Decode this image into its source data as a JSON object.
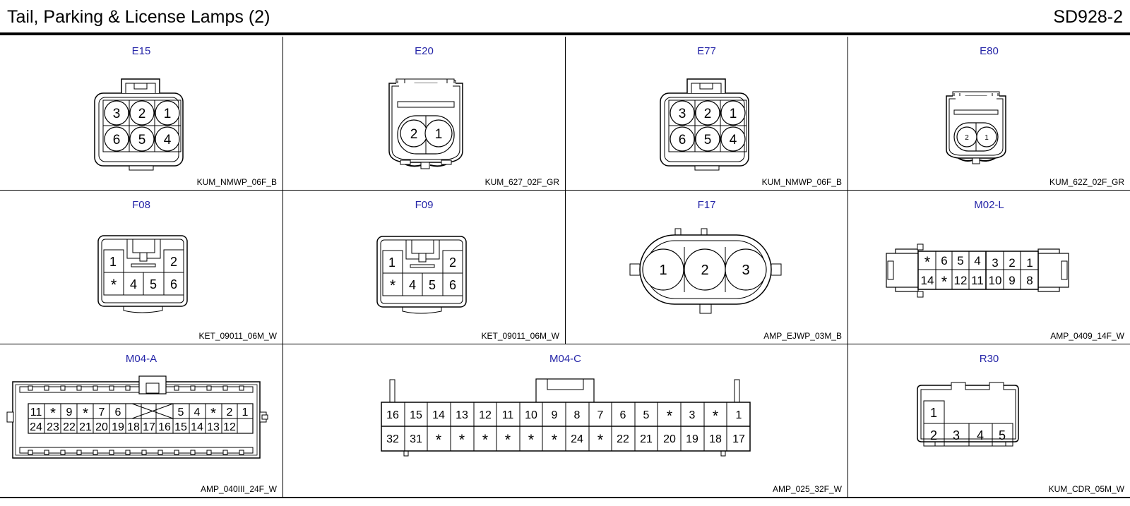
{
  "header": {
    "title": "Tail, Parking & License Lamps (2)",
    "code": "SD928-2"
  },
  "connectors": [
    {
      "id": "E15",
      "part": "KUM_NMWP_06F_B",
      "pins": [
        "3",
        "2",
        "1",
        "6",
        "5",
        "4"
      ]
    },
    {
      "id": "E20",
      "part": "KUM_627_02F_GR",
      "pins": [
        "2",
        "1"
      ]
    },
    {
      "id": "E77",
      "part": "KUM_NMWP_06F_B",
      "pins": [
        "3",
        "2",
        "1",
        "6",
        "5",
        "4"
      ]
    },
    {
      "id": "E80",
      "part": "KUM_62Z_02F_GR",
      "pins": [
        "2",
        "1"
      ]
    },
    {
      "id": "F08",
      "part": "KET_09011_06M_W",
      "pins": [
        "1",
        "2",
        "*",
        "4",
        "5",
        "6"
      ]
    },
    {
      "id": "F09",
      "part": "KET_09011_06M_W",
      "pins": [
        "1",
        "2",
        "*",
        "4",
        "5",
        "6"
      ]
    },
    {
      "id": "F17",
      "part": "AMP_EJWP_03M_B",
      "pins": [
        "1",
        "2",
        "3"
      ]
    },
    {
      "id": "M02-L",
      "part": "AMP_0409_14F_W",
      "pins": [
        "*",
        "6",
        "5",
        "4",
        "3",
        "2",
        "1",
        "14",
        "*",
        "12",
        "11",
        "10",
        "9",
        "8"
      ]
    },
    {
      "id": "M04-A",
      "part": "AMP_040III_24F_W",
      "pins": [
        "11",
        "*",
        "9",
        "*",
        "7",
        "6",
        "5",
        "4",
        "*",
        "2",
        "1",
        "24",
        "23",
        "22",
        "21",
        "20",
        "19",
        "18",
        "17",
        "16",
        "15",
        "14",
        "13",
        "12"
      ]
    },
    {
      "id": "M04-C",
      "part": "AMP_025_32F_W",
      "pins": [
        "16",
        "15",
        "14",
        "13",
        "12",
        "11",
        "10",
        "9",
        "8",
        "7",
        "6",
        "5",
        "*",
        "3",
        "*",
        "1",
        "32",
        "31",
        "*",
        "*",
        "*",
        "*",
        "*",
        "*",
        "24",
        "*",
        "22",
        "21",
        "20",
        "19",
        "18",
        "17"
      ]
    },
    {
      "id": "R30",
      "part": "KUM_CDR_05M_W",
      "pins": [
        "1",
        "2",
        "3",
        "4",
        "5"
      ]
    }
  ]
}
